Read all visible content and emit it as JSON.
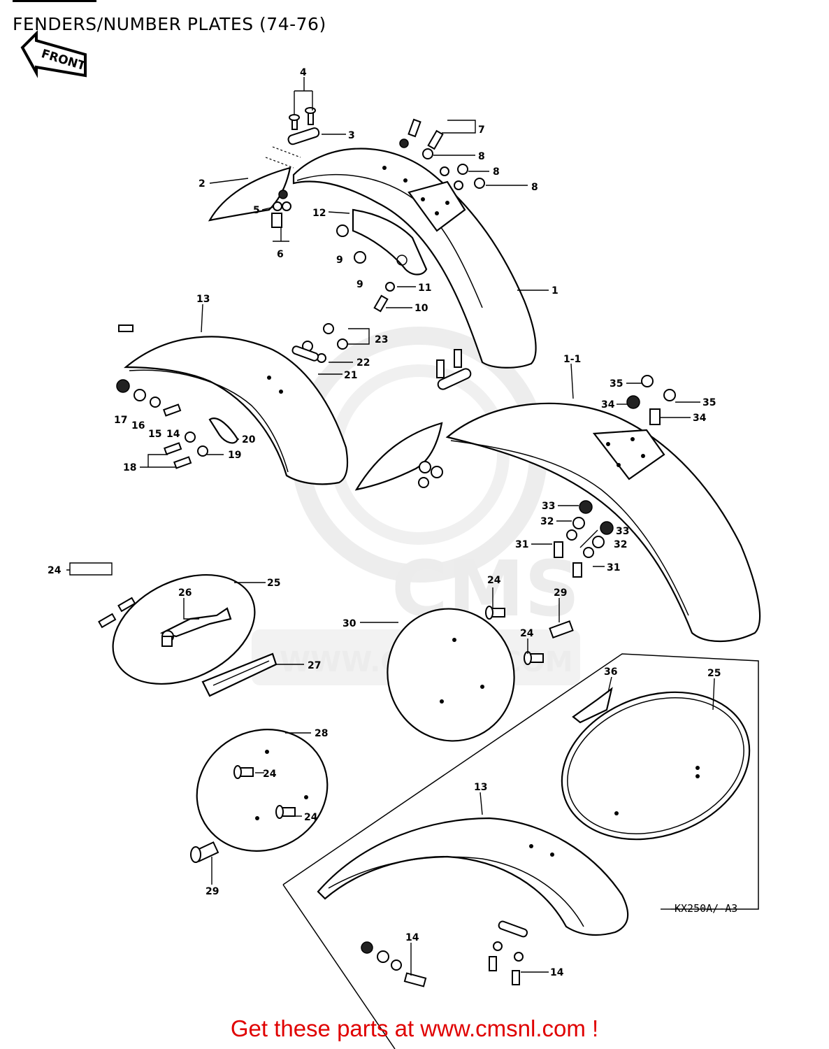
{
  "title": "FENDERS/NUMBER PLATES (74-76)",
  "front_arrow": "FRONT",
  "watermark": {
    "brand": "CMS",
    "site": "WWW.CMSNL.COM"
  },
  "model_label": "KX250A/-A3",
  "footer": "Get these parts at www.cmsnl.com !",
  "callouts": [
    "1",
    "1-1",
    "2",
    "3",
    "4",
    "5",
    "6",
    "7",
    "8",
    "8",
    "8",
    "9",
    "9",
    "10",
    "11",
    "12",
    "13",
    "13",
    "14",
    "14",
    "14",
    "15",
    "16",
    "17",
    "18",
    "19",
    "20",
    "21",
    "22",
    "23",
    "24",
    "24",
    "24",
    "24",
    "24",
    "25",
    "25",
    "26",
    "27",
    "28",
    "29",
    "29",
    "30",
    "31",
    "31",
    "32",
    "32",
    "33",
    "33",
    "34",
    "34",
    "35",
    "35",
    "36"
  ]
}
